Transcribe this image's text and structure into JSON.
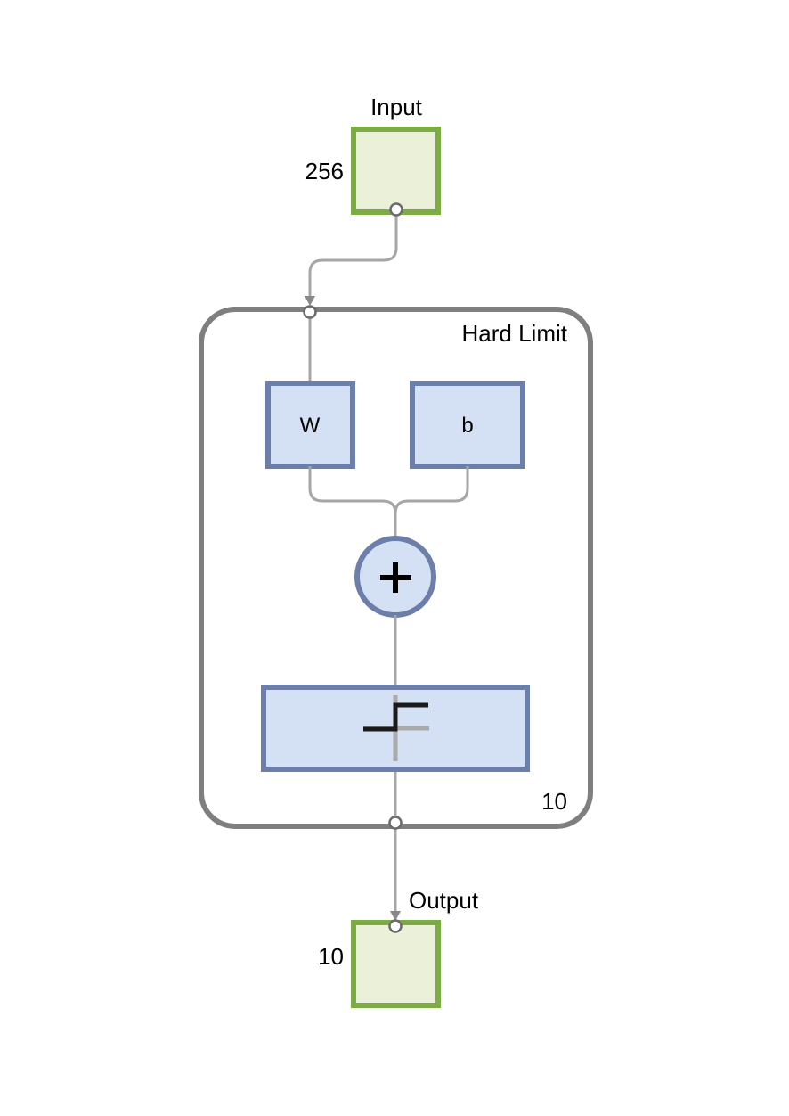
{
  "input": {
    "label": "Input",
    "size": "256"
  },
  "layer": {
    "title": "Hard Limit",
    "size": "10",
    "weight_label": "W",
    "bias_label": "b",
    "sum_symbol": "+"
  },
  "output": {
    "label": "Output",
    "size": "10"
  },
  "colors": {
    "io_border": "#7cad45",
    "io_fill": "#eaf1d8",
    "block_border": "#6b7faa",
    "block_fill": "#d4e0f3",
    "container_border": "#7f7f7f",
    "wire": "#a6a6a6"
  }
}
